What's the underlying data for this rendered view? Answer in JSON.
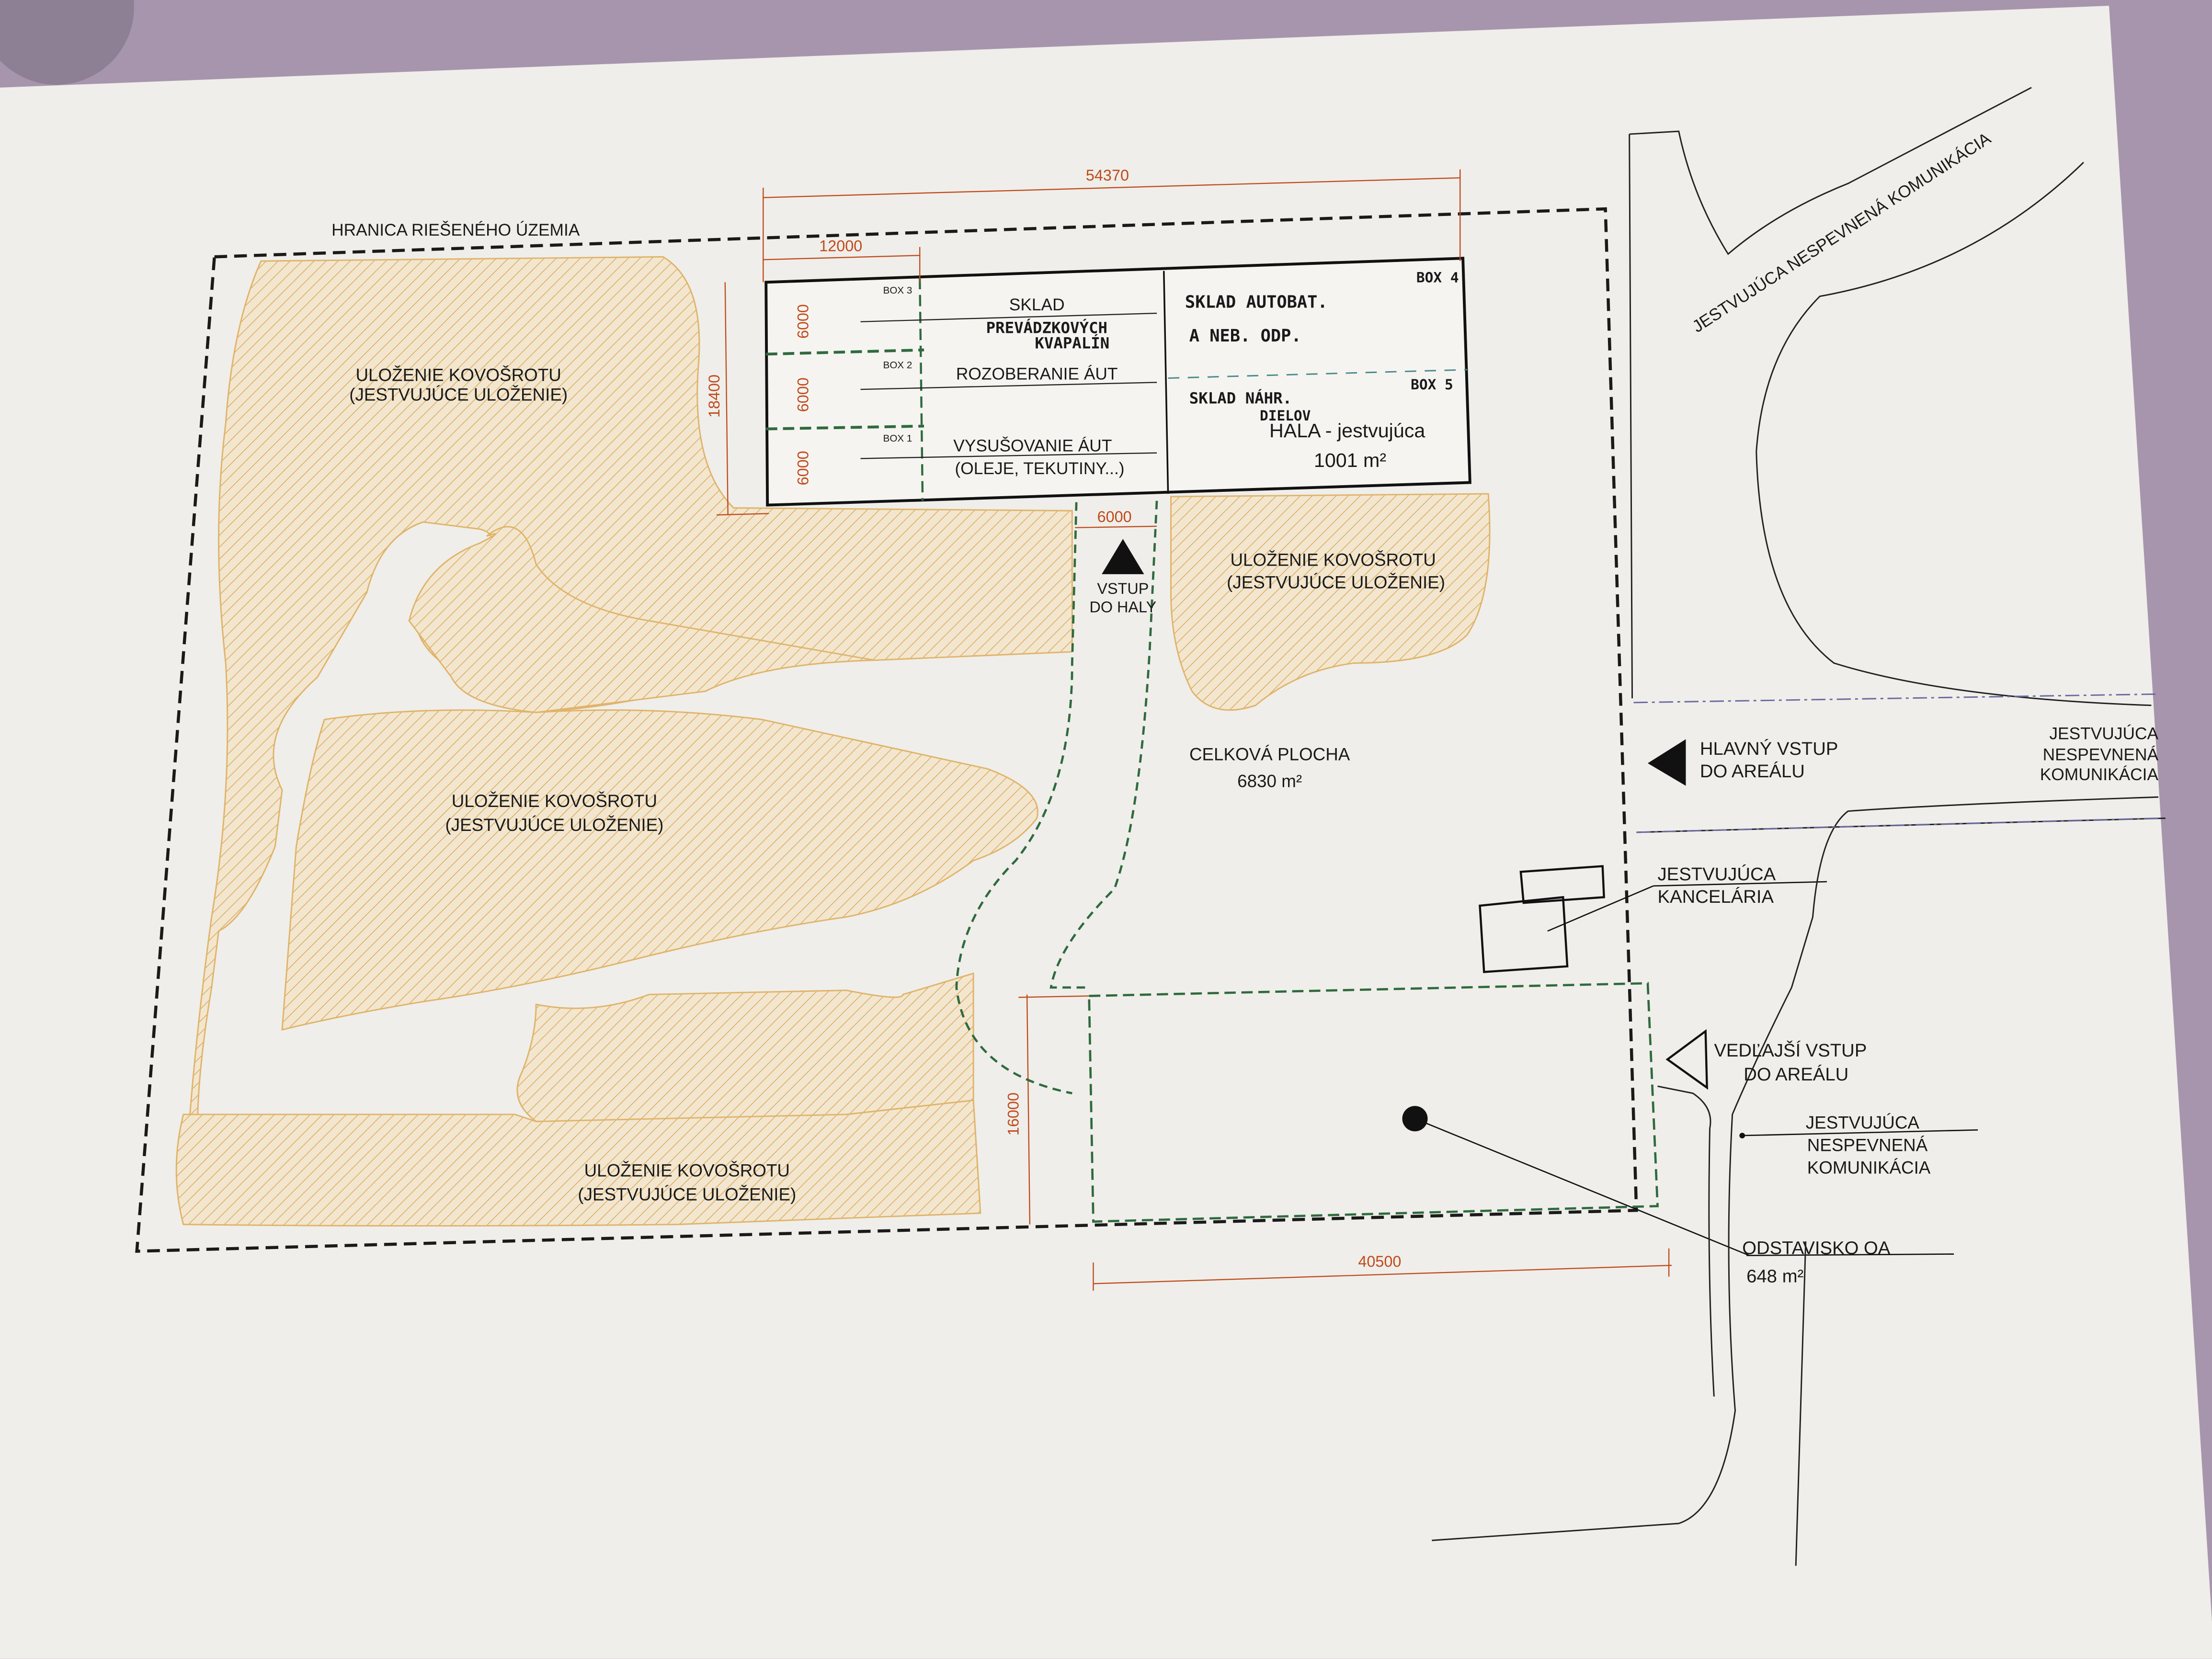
{
  "title": "HRANICA RIEŠENÉHO ÚZEMIA",
  "dimensions": {
    "total_width": "54370",
    "box_width": "12000",
    "hall_depth": "18400",
    "box3_height": "6000",
    "box2_height": "6000",
    "box1_height": "6000",
    "entry_width": "6000",
    "parking_depth": "16000",
    "parking_width": "40500"
  },
  "hall": {
    "box3_label": "BOX 3",
    "box2_label": "BOX 2",
    "box1_label": "BOX 1",
    "sklad": "SKLAD",
    "prevadzkove_hand_1": "PREVÁDZKOVÝCH",
    "prevadzkove_hand_2": "KVAPALÍN",
    "rozoberanie": "ROZOBERANIE ÁUT",
    "vysusovanie": "VYSUŠOVANIE ÁUT",
    "vysusovanie_sub": "(OLEJE, TEKUTINY...)",
    "box4_label": "BOX 4",
    "box4_hand_1": "SKLAD AUTOBAT.",
    "box4_hand_2": "A NEB. ODP.",
    "box5_label": "BOX 5",
    "box5_hand_1": "SKLAD NÁHR.",
    "box5_hand_2": "DIELOV",
    "hall_name": "HALA - jestvujúca",
    "hall_area": "1001 m²"
  },
  "storage_areas": [
    {
      "line1": "ULOŽENIE KOVOŠROTU",
      "line2": "(JESTVUJÚCE ULOŽENIE)"
    },
    {
      "line1": "ULOŽENIE KOVOŠROTU",
      "line2": "(JESTVUJÚCE ULOŽENIE)"
    },
    {
      "line1": "ULOŽENIE KOVOŠROTU",
      "line2": "(JESTVUJÚCE ULOŽENIE)"
    },
    {
      "line1": "ULOŽENIE KOVOŠROTU",
      "line2": "(JESTVUJÚCE ULOŽENIE)"
    }
  ],
  "entry_hall": {
    "line1": "VSTUP",
    "line2": "DO HALY"
  },
  "total_area": {
    "line1": "CELKOVÁ PLOCHA",
    "line2": "6830 m²"
  },
  "main_entry": {
    "line1": "HLAVNÝ VSTUP",
    "line2": "DO AREÁLU"
  },
  "side_entry": {
    "line1": "VEDĽAJŠÍ VSTUP",
    "line2": "DO AREÁLU"
  },
  "office": {
    "line1": "JESTVUJÚCA",
    "line2": "KANCELÁRIA"
  },
  "parking": {
    "line1": "ODSTAVISKO OA",
    "line2": "648 m²"
  },
  "roads": {
    "top": "JESTVUJÚCA NESPEVNENÁ KOMUNIKÁCIA",
    "right": {
      "line1": "JESTVUJÚCA",
      "line2": "NESPEVNENÁ",
      "line3": "KOMUNIKÁCIA"
    },
    "bottom": {
      "line1": "JESTVUJÚCA",
      "line2": "NESPEVNENÁ",
      "line3": "KOMUNIKÁCIA"
    }
  },
  "colors": {
    "paper": "#efeeea",
    "hatch": "#dca95a",
    "dimension": "#c04a1a",
    "path": "#2f6a3e",
    "background": "#a795ad"
  }
}
